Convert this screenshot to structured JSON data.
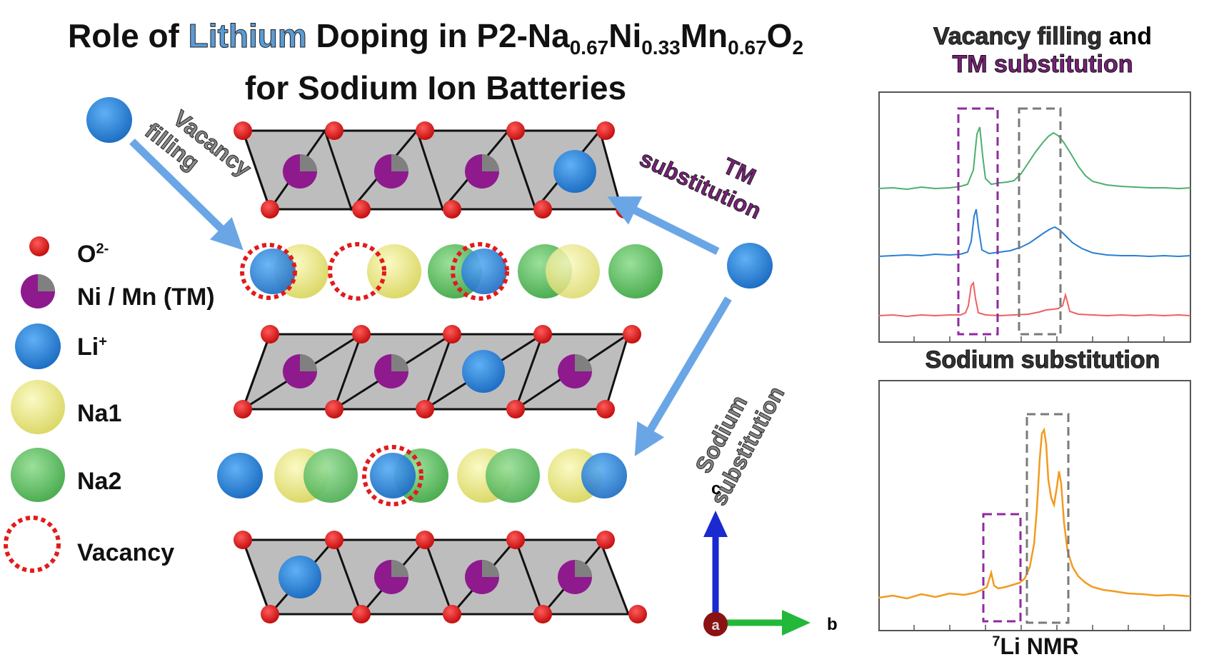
{
  "title": {
    "prefix": "Role of ",
    "highlight": "Lithium",
    "mid": " Doping in P2-Na",
    "sub1": "0.67",
    "ni": "Ni",
    "sub2": "0.33",
    "mn": "Mn",
    "sub3": "0.67",
    "o": "O",
    "sub4": "2",
    "line2": "for Sodium Ion Batteries"
  },
  "legend": {
    "oxygen": "O",
    "oxygen_sup": "2-",
    "tm": "Ni / Mn (TM)",
    "li": "Li",
    "li_sup": "+",
    "na1": "Na1",
    "na2": "Na2",
    "vacancy": "Vacancy"
  },
  "arrows": {
    "vacancy_filling": [
      "Vacancy",
      "filling"
    ],
    "tm_substitution": [
      "TM",
      "substitution"
    ],
    "sodium_substitution": [
      "Sodium",
      "substitution"
    ]
  },
  "axes": {
    "c": "c",
    "a": "a",
    "b": "b"
  },
  "panels": {
    "top_header_line1_a": "Vacancy filling",
    "top_header_line1_b": " and",
    "top_header_line2": "TM substitution",
    "bottom_header": "Sodium substitution",
    "xlabel_sup": "7",
    "xlabel": "Li NMR"
  },
  "colors": {
    "oxygen": "#e31a1c",
    "tm_purple": "#8e1a8e",
    "tm_grey": "#808080",
    "li": "#2a7fd4",
    "na1": "#f2f08a",
    "na2": "#6cc16c",
    "vacancy": "#e31a1c",
    "arrow": "#6aa6e6",
    "trace_green": "#4caf6e",
    "trace_blue": "#2a7fd4",
    "trace_red": "#ef6060",
    "trace_orange": "#f39a1e",
    "box_purple": "#8e2a9e",
    "box_grey": "#7a7a7a"
  }
}
